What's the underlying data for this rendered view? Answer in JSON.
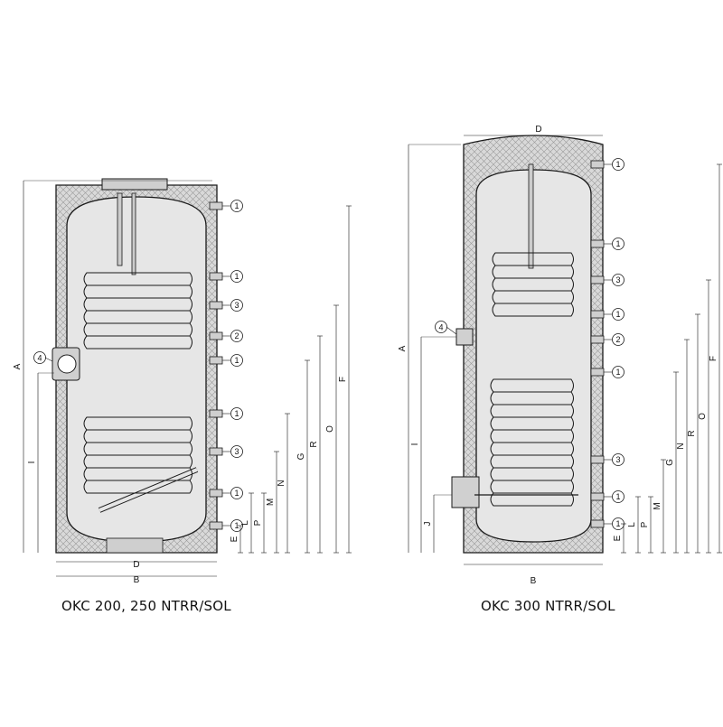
{
  "diagrams": [
    {
      "caption": "OKC 200, 250 NTRR/SOL",
      "dimensions": {
        "A": "A",
        "B": "B",
        "D": "D",
        "E": "E",
        "F": "F",
        "G": "G",
        "I": "I",
        "L": "L",
        "M": "M",
        "N": "N",
        "O": "O",
        "P": "P",
        "R": "R"
      },
      "connections": [
        "1",
        "1",
        "3",
        "2",
        "1",
        "1",
        "3",
        "1",
        "1"
      ],
      "side_port": "4"
    },
    {
      "caption": "OKC 300 NTRR/SOL",
      "dimensions": {
        "A": "A",
        "B": "B",
        "D": "D",
        "E": "E",
        "F": "F",
        "G": "G",
        "I": "I",
        "J": "J",
        "L": "L",
        "M": "M",
        "N": "N",
        "O": "O",
        "P": "P",
        "R": "R"
      },
      "connections": [
        "1",
        "1",
        "3",
        "1",
        "2",
        "1",
        "3",
        "1",
        "1"
      ],
      "side_port": "4"
    }
  ],
  "colors": {
    "insulation": "#d8d8d8",
    "tank": "#e4e4e4",
    "line": "#1a1a1a"
  }
}
